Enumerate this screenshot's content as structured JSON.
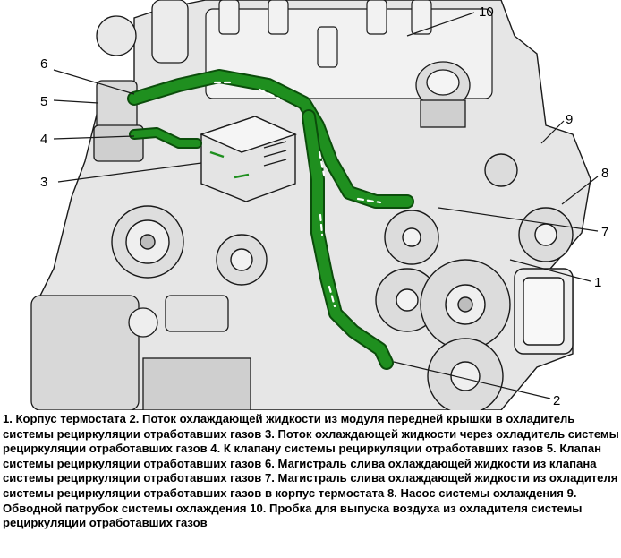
{
  "colors": {
    "coolant_path": "#1f8f1f",
    "coolant_dark": "#0b4d0b",
    "line_art": "#1a1a1a",
    "metal": "#d9d9d9",
    "background": "#ffffff"
  },
  "callouts": [
    {
      "label": "1"
    },
    {
      "label": "2"
    },
    {
      "label": "3"
    },
    {
      "label": "4"
    },
    {
      "label": "5"
    },
    {
      "label": "6"
    },
    {
      "label": "7"
    },
    {
      "label": "8"
    },
    {
      "label": "9"
    },
    {
      "label": "10"
    }
  ],
  "caption": "1. Корпус термостата 2. Поток охлаждающей жидкости из модуля передней крышки в охладитель системы рециркуляции отработавших газов 3. Поток охлаждающей жидкости через охладитель системы рециркуляции отработавших газов 4. К клапану системы рециркуляции отработавших газов 5. Клапан системы рециркуляции отработавших газов 6. Магистраль слива охлаждающей жидкости из клапана системы рециркуляции отработавших газов 7. Магистраль слива охлаждающей жидкости из охладителя системы рециркуляции отработавших газов в корпус термостата 8. Насос системы охлаждения 9. Обводной патрубок системы охлаждения 10. Пробка для выпуска воздуха из охладителя системы рециркуляции отработавших газов"
}
